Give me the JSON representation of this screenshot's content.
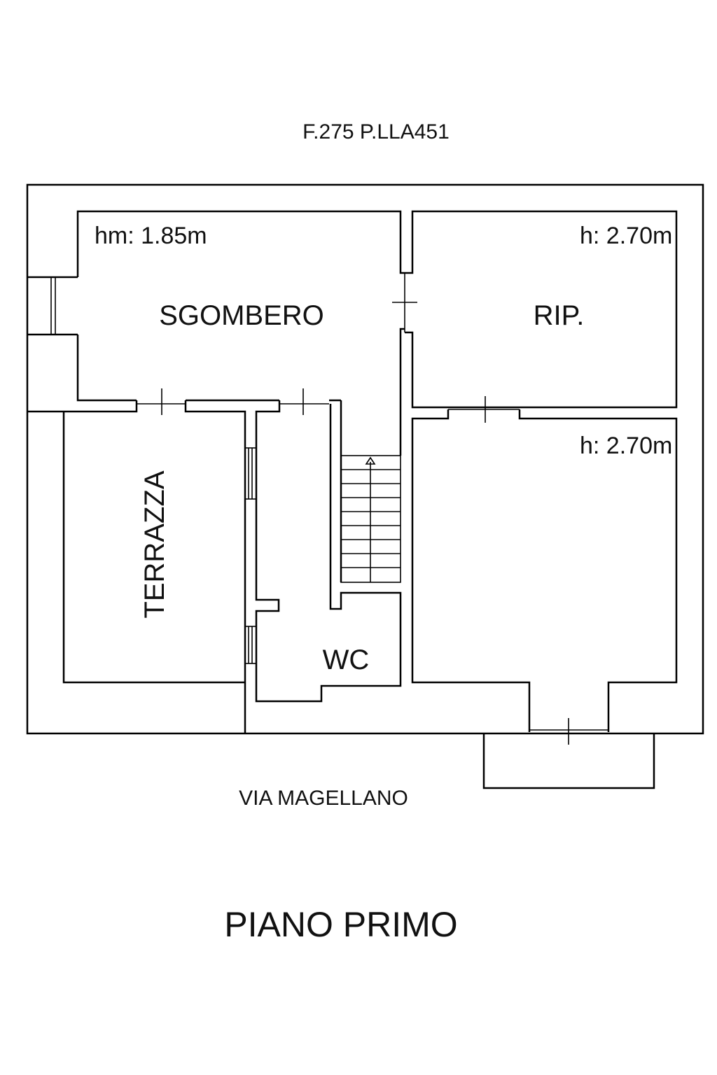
{
  "header": {
    "parcel": "F.275 P.LLA451"
  },
  "rooms": {
    "sgombero": {
      "label": "SGOMBERO",
      "height": "hm: 1.85m"
    },
    "rip": {
      "label": "RIP.",
      "height": "h: 2.70m"
    },
    "room_lower_right": {
      "height": "h: 2.70m"
    },
    "terrazza": {
      "label": "TERRAZZA"
    },
    "wc": {
      "label": "WC"
    }
  },
  "street": "VIA MAGELLANO",
  "floor_title": "PIANO PRIMO"
}
